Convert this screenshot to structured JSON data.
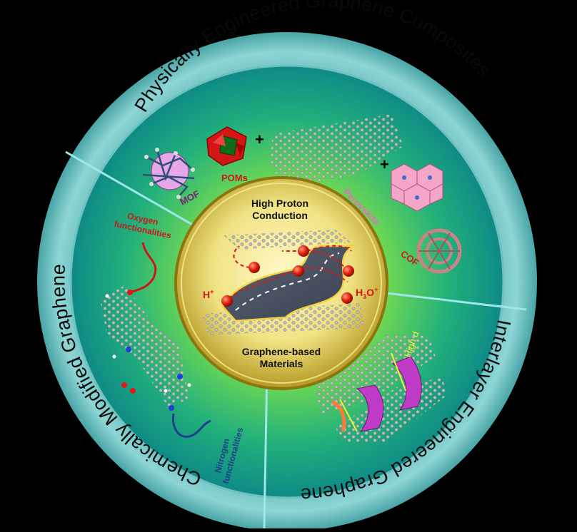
{
  "outer_ring": {
    "top": "Physically Engineered Graphene Composites",
    "right": "Interlayer Engineered Graphene",
    "left": "Chemically Modified Graphene"
  },
  "center": {
    "top_line1": "High Proton",
    "top_line2": "Conduction",
    "bottom_line1": "Graphene-based",
    "bottom_line2": "Materials",
    "proton_label": "H",
    "proton_sup": "+",
    "hydronium_label_main": "H",
    "hydronium_sub": "3",
    "hydronium_o": "O",
    "hydronium_sup": "+"
  },
  "physical_segment": {
    "mof": "MOF",
    "poms": "POMs",
    "perovskite": "Perovskite",
    "cof": "COF",
    "plus1": "+",
    "plus2": "+"
  },
  "chemical_segment": {
    "oxygen_line1": "Oxygen",
    "oxygen_line2": "functionalities",
    "nitrogen_line1": "Nitrogen",
    "nitrogen_line2": "functionalities"
  },
  "interlayer_segment": {
    "high_d": "High d"
  },
  "colors": {
    "outer_ring": "#7ec8c8",
    "inner_disk": "#1aa79b",
    "core_gold": "#e8d85a",
    "mof_label": "#7a1f7a",
    "poms_label": "#c91818",
    "perovskite_label": "#e06fb8",
    "cof_label": "#c91818",
    "oxygen_label": "#c91818",
    "nitrogen_label": "#1f3f8a",
    "high_d_label": "#f1ee38"
  }
}
